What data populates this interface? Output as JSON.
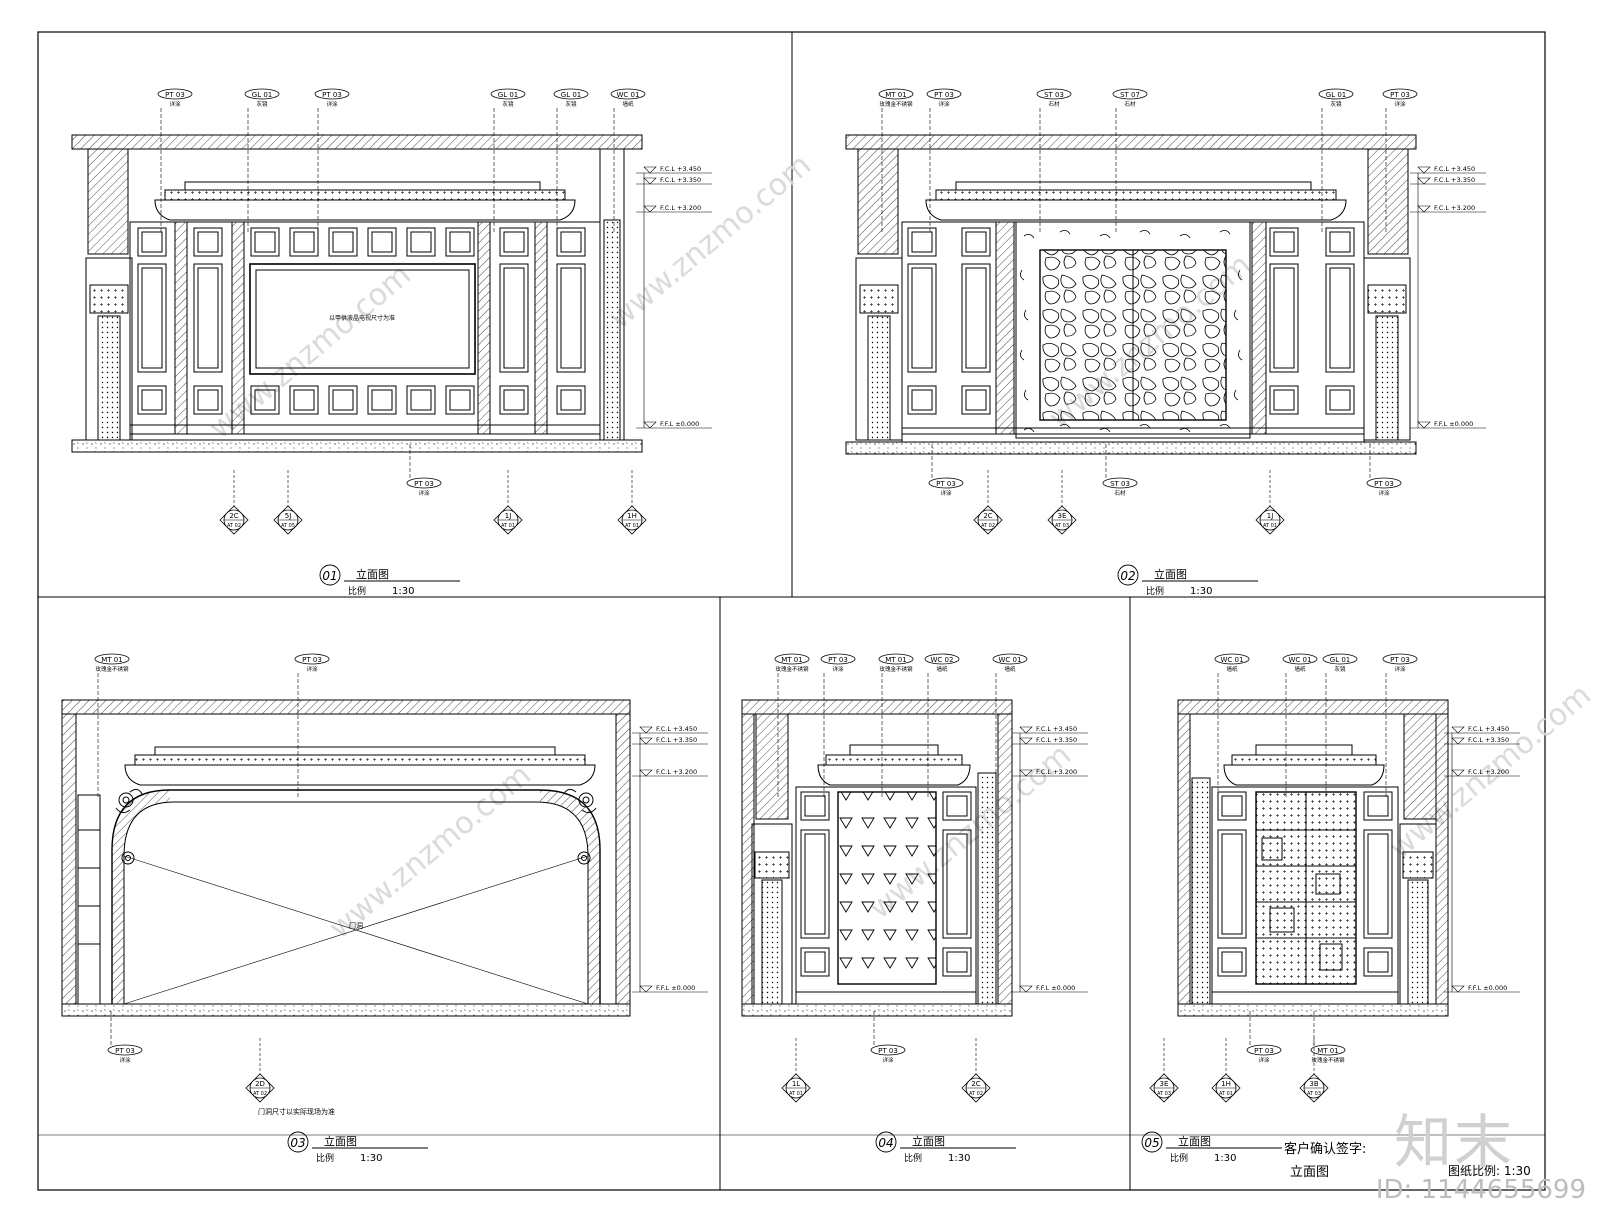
{
  "drawings": [
    {
      "num": "01",
      "title": "立面图",
      "scale_label": "比例",
      "scale": "1:30",
      "tags": [
        {
          "code": "PT 03",
          "desc": "详涂"
        },
        {
          "code": "GL 01",
          "desc": "灰镜"
        },
        {
          "code": "PT 03",
          "desc": "详涂"
        },
        {
          "code": "GL 01",
          "desc": "灰镜"
        },
        {
          "code": "GL 01",
          "desc": "灰镜"
        },
        {
          "code": "WC 01",
          "desc": "墙纸"
        }
      ],
      "bottom_tags": [
        {
          "code": "PT 03",
          "desc": "详涂"
        }
      ],
      "sections": [
        {
          "top": "2C",
          "bottom": "AT 02"
        },
        {
          "top": "5J",
          "bottom": "AT 05"
        },
        {
          "top": "1J",
          "bottom": "AT 01"
        },
        {
          "top": "1H",
          "bottom": "AT 01"
        }
      ],
      "levels": [
        "F.C.L +3.450",
        "F.C.L +3.350",
        "F.C.L +3.200",
        "F.F.L ±0.000"
      ],
      "center_note": "以甲供液晶电视尺寸为准"
    },
    {
      "num": "02",
      "title": "立面图",
      "scale_label": "比例",
      "scale": "1:30",
      "tags": [
        {
          "code": "MT 01",
          "desc": "玫瑰金不锈钢"
        },
        {
          "code": "PT 03",
          "desc": "详涂"
        },
        {
          "code": "ST 03",
          "desc": "石材"
        },
        {
          "code": "ST 07",
          "desc": "石材"
        },
        {
          "code": "GL 01",
          "desc": "灰镜"
        },
        {
          "code": "PT 03",
          "desc": "详涂"
        }
      ],
      "bottom_tags": [
        {
          "code": "PT 03",
          "desc": "详涂"
        },
        {
          "code": "ST 03",
          "desc": "石材"
        },
        {
          "code": "PT 03",
          "desc": "详涂"
        }
      ],
      "sections": [
        {
          "top": "2C",
          "bottom": "AT 02"
        },
        {
          "top": "3E",
          "bottom": "AT 03"
        },
        {
          "top": "1J",
          "bottom": "AT 01"
        }
      ],
      "levels": [
        "F.C.L +3.450",
        "F.C.L +3.350",
        "F.C.L +3.200",
        "F.F.L ±0.000"
      ]
    },
    {
      "num": "03",
      "title": "立面图",
      "scale_label": "比例",
      "scale": "1:30",
      "tags": [
        {
          "code": "MT 01",
          "desc": "玫瑰金不锈钢"
        },
        {
          "code": "PT 03",
          "desc": "详涂"
        }
      ],
      "bottom_tags": [
        {
          "code": "PT 03",
          "desc": "详涂"
        }
      ],
      "sections": [
        {
          "top": "2D",
          "bottom": "AT 02"
        }
      ],
      "levels": [
        "F.C.L +3.450",
        "F.C.L +3.350",
        "F.C.L +3.200",
        "F.F.L ±0.000"
      ],
      "center_note": "门洞",
      "foot_note": "门洞尺寸以实际现场为准"
    },
    {
      "num": "04",
      "title": "立面图",
      "scale_label": "比例",
      "scale": "1:30",
      "tags": [
        {
          "code": "MT 01",
          "desc": "玫瑰金不锈钢"
        },
        {
          "code": "PT 03",
          "desc": "详涂"
        },
        {
          "code": "MT 01",
          "desc": "玫瑰金不锈钢"
        },
        {
          "code": "WC 02",
          "desc": "墙纸"
        },
        {
          "code": "WC 01",
          "desc": "墙纸"
        }
      ],
      "bottom_tags": [
        {
          "code": "PT 03",
          "desc": "详涂"
        }
      ],
      "sections": [
        {
          "top": "1L",
          "bottom": "AT 01"
        },
        {
          "top": "2C",
          "bottom": "AT 02"
        }
      ],
      "levels": [
        "F.C.L +3.450",
        "F.C.L +3.350",
        "F.C.L +3.200",
        "F.F.L ±0.000"
      ]
    },
    {
      "num": "05",
      "title": "立面图",
      "scale_label": "比例",
      "scale": "1:30",
      "tags": [
        {
          "code": "WC 01",
          "desc": "墙纸"
        },
        {
          "code": "WC 01",
          "desc": "墙纸"
        },
        {
          "code": "GL 01",
          "desc": "灰镜"
        },
        {
          "code": "PT 03",
          "desc": "详涂"
        }
      ],
      "bottom_tags": [
        {
          "code": "PT 03",
          "desc": "详涂"
        },
        {
          "code": "MT 01",
          "desc": "玫瑰金不锈钢"
        }
      ],
      "sections": [
        {
          "top": "3E",
          "bottom": "AT 03"
        },
        {
          "top": "1H",
          "bottom": "AT 01"
        },
        {
          "top": "3B",
          "bottom": "AT 03"
        }
      ],
      "levels": [
        "F.C.L +3.450",
        "F.C.L +3.350",
        "F.C.L +3.200",
        "F.F.L ±0.000"
      ]
    }
  ],
  "footer": {
    "client_sign": "客户确认签字:",
    "sheet_title": "立面图",
    "sheet_scale": "图纸比例: 1:30"
  },
  "watermarks": {
    "site": "www.znzmo.com",
    "brand": "知末",
    "id": "ID: 1144655699"
  }
}
